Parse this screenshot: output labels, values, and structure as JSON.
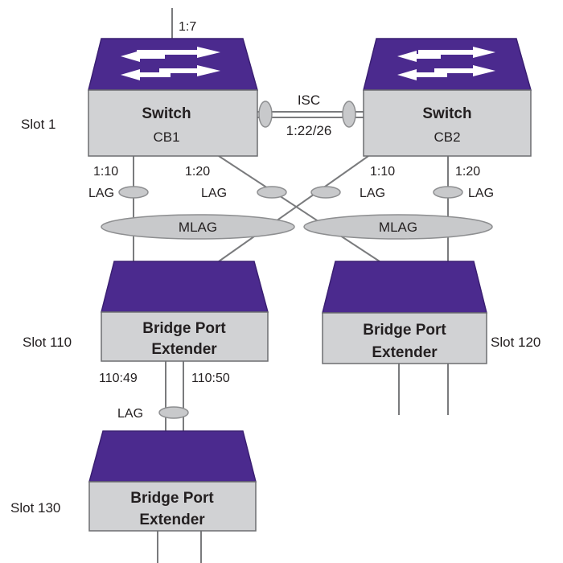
{
  "colors": {
    "switch_top": "#4b2a8e",
    "switch_top_edge": "#3a1f72",
    "box_fill": "#d1d2d4",
    "box_edge": "#6d6e71",
    "line": "#7a7b7d",
    "oval_fill": "#c8c9cb",
    "arrow": "#ffffff",
    "text": "#231f20"
  },
  "labels": {
    "slot1": "Slot 1",
    "slot110": "Slot 110",
    "slot120": "Slot 120",
    "slot130": "Slot 130",
    "uplink": "1:7",
    "isc": "ISC",
    "isc_ports": "1:22/26",
    "cb1_p10": "1:10",
    "cb1_p20": "1:20",
    "cb2_p10": "1:10",
    "cb2_p20": "1:20",
    "lag": "LAG",
    "mlag": "MLAG",
    "bpe110_p49": "110:49",
    "bpe110_p50": "110:50"
  },
  "switches": [
    {
      "id": "cb1",
      "title": "Switch",
      "subtitle": "CB1"
    },
    {
      "id": "cb2",
      "title": "Switch",
      "subtitle": "CB2"
    }
  ],
  "extenders": [
    {
      "id": "bpe110",
      "line1": "Bridge Port",
      "line2": "Extender"
    },
    {
      "id": "bpe120",
      "line1": "Bridge Port",
      "line2": "Extender"
    },
    {
      "id": "bpe130",
      "line1": "Bridge Port",
      "line2": "Extender"
    }
  ]
}
